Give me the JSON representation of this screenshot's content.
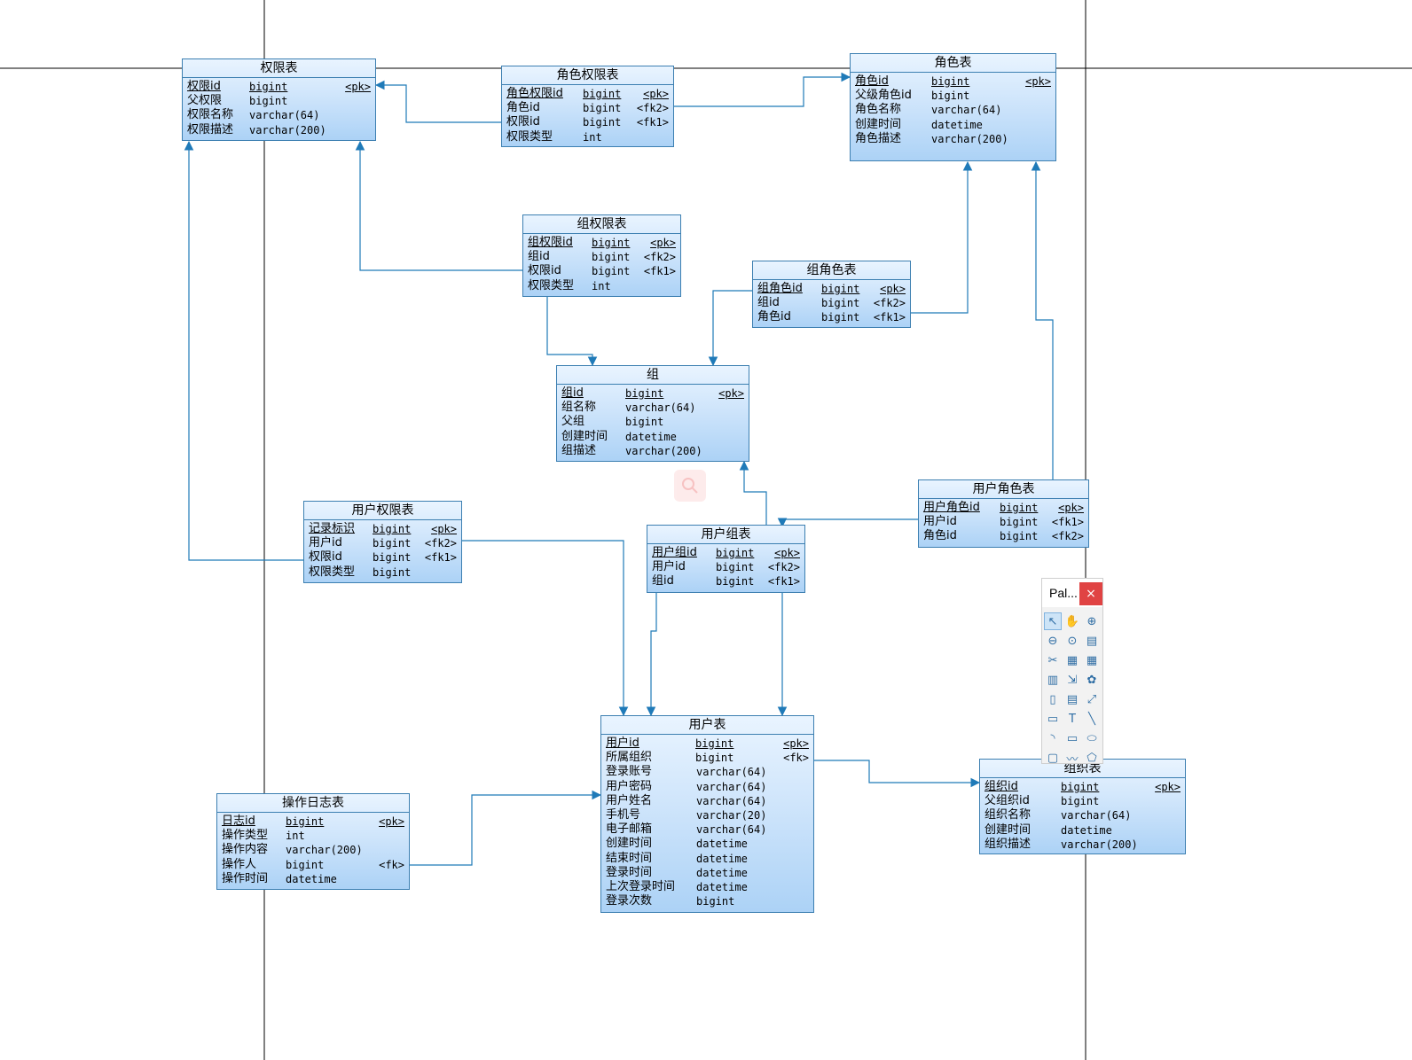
{
  "tables": [
    {
      "id": "quanxian",
      "title": "权限表",
      "cols": [
        70,
        100
      ],
      "rows": [
        [
          "权限id",
          "bigint",
          "<pk>"
        ],
        [
          "父权限",
          "bigint",
          ""
        ],
        [
          "权限名称",
          "varchar(64)",
          ""
        ],
        [
          "权限描述",
          "varchar(200)",
          ""
        ]
      ]
    },
    {
      "id": "juese_quanxian",
      "title": "角色权限表",
      "cols": [
        86,
        56
      ],
      "rows": [
        [
          "角色权限id",
          "bigint",
          "<pk>"
        ],
        [
          "角色id",
          "bigint",
          "<fk2>"
        ],
        [
          "权限id",
          "bigint",
          "<fk1>"
        ],
        [
          "权限类型",
          "int",
          ""
        ]
      ]
    },
    {
      "id": "juese",
      "title": "角色表",
      "cols": [
        86,
        100
      ],
      "rows": [
        [
          "角色id",
          "bigint",
          "<pk>"
        ],
        [
          "父级角色id",
          "bigint",
          ""
        ],
        [
          "角色名称",
          "varchar(64)",
          ""
        ],
        [
          "创建时间",
          "datetime",
          ""
        ],
        [
          "角色描述",
          "varchar(200)",
          ""
        ]
      ]
    },
    {
      "id": "zu_quanxian",
      "title": "组权限表",
      "cols": [
        72,
        56
      ],
      "rows": [
        [
          "组权限id",
          "bigint",
          "<pk>"
        ],
        [
          "组id",
          "bigint",
          "<fk2>"
        ],
        [
          "权限id",
          "bigint",
          "<fk1>"
        ],
        [
          "权限类型",
          "int",
          ""
        ]
      ]
    },
    {
      "id": "zu_juese",
      "title": "组角色表",
      "cols": [
        72,
        56
      ],
      "rows": [
        [
          "组角色id",
          "bigint",
          "<pk>"
        ],
        [
          "组id",
          "bigint",
          "<fk2>"
        ],
        [
          "角色id",
          "bigint",
          "<fk1>"
        ]
      ]
    },
    {
      "id": "zu",
      "title": "组",
      "cols": [
        72,
        100
      ],
      "rows": [
        [
          "组id",
          "bigint",
          "<pk>"
        ],
        [
          "组名称",
          "varchar(64)",
          ""
        ],
        [
          "父组",
          "bigint",
          ""
        ],
        [
          "创建时间",
          "datetime",
          ""
        ],
        [
          "组描述",
          "varchar(200)",
          ""
        ]
      ]
    },
    {
      "id": "yonghu_quanxian",
      "title": "用户权限表",
      "cols": [
        72,
        56
      ],
      "rows": [
        [
          "记录标识",
          "bigint",
          "<pk>"
        ],
        [
          "用户id",
          "bigint",
          "<fk2>"
        ],
        [
          "权限id",
          "bigint",
          "<fk1>"
        ],
        [
          "权限类型",
          "bigint",
          ""
        ]
      ]
    },
    {
      "id": "yonghu_zu",
      "title": "用户组表",
      "cols": [
        72,
        56
      ],
      "rows": [
        [
          "用户组id",
          "bigint",
          "<pk>"
        ],
        [
          "用户id",
          "bigint",
          "<fk2>"
        ],
        [
          "组id",
          "bigint",
          "<fk1>"
        ]
      ]
    },
    {
      "id": "yonghu_juese",
      "title": "用户角色表",
      "cols": [
        86,
        56
      ],
      "rows": [
        [
          "用户角色id",
          "bigint",
          "<pk>"
        ],
        [
          "用户id",
          "bigint",
          "<fk1>"
        ],
        [
          "角色id",
          "bigint",
          "<fk2>"
        ]
      ]
    },
    {
      "id": "yonghu",
      "title": "用户表",
      "cols": [
        102,
        100
      ],
      "rows": [
        [
          "用户id",
          "bigint",
          "<pk>"
        ],
        [
          "所属组织",
          "bigint",
          "<fk>"
        ],
        [
          "登录账号",
          "varchar(64)",
          ""
        ],
        [
          "用户密码",
          "varchar(64)",
          ""
        ],
        [
          "用户姓名",
          "varchar(64)",
          ""
        ],
        [
          "手机号",
          "varchar(20)",
          ""
        ],
        [
          "电子邮箱",
          "varchar(64)",
          ""
        ],
        [
          "创建时间",
          "datetime",
          ""
        ],
        [
          "结束时间",
          "datetime",
          ""
        ],
        [
          "登录时间",
          "datetime",
          ""
        ],
        [
          "上次登录时间",
          "datetime",
          ""
        ],
        [
          "登录次数",
          "bigint",
          ""
        ]
      ]
    },
    {
      "id": "caozuo_rizhi",
      "title": "操作日志表",
      "cols": [
        72,
        100
      ],
      "rows": [
        [
          "日志id",
          "bigint",
          "<pk>"
        ],
        [
          "操作类型",
          "int",
          ""
        ],
        [
          "操作内容",
          "varchar(200)",
          ""
        ],
        [
          "操作人",
          "bigint",
          "<fk>"
        ],
        [
          "操作时间",
          "datetime",
          ""
        ]
      ]
    },
    {
      "id": "zuzhi",
      "title": "组织表",
      "cols": [
        86,
        100
      ],
      "rows": [
        [
          "组织id",
          "bigint",
          "<pk>"
        ],
        [
          "父组织id",
          "bigint",
          ""
        ],
        [
          "组织名称",
          "varchar(64)",
          ""
        ],
        [
          "创建时间",
          "datetime",
          ""
        ],
        [
          "组织描述",
          "varchar(200)",
          ""
        ]
      ]
    }
  ],
  "palette": {
    "title": "Pal...",
    "close": "×",
    "tools": [
      "pointer-icon",
      "hand-icon",
      "zoom-in-icon",
      "zoom-out-icon",
      "zoom-fit-icon",
      "properties-icon",
      "cut-icon",
      "package-icon",
      "table-icon",
      "view-icon",
      "reference-icon",
      "procedure-icon",
      "file-icon",
      "note-icon",
      "link-icon",
      "storage-icon",
      "text-icon",
      "line-icon",
      "arc-icon",
      "rectangle-icon",
      "ellipse-icon",
      "rounded-rect-icon",
      "polyline-icon",
      "polygon-icon"
    ]
  },
  "colors": {
    "connector": "#1f7ab8",
    "entity_border": "#3c7fb1",
    "entity_fill_top": "#e9f4ff",
    "entity_fill_bottom": "#acd2f6"
  }
}
